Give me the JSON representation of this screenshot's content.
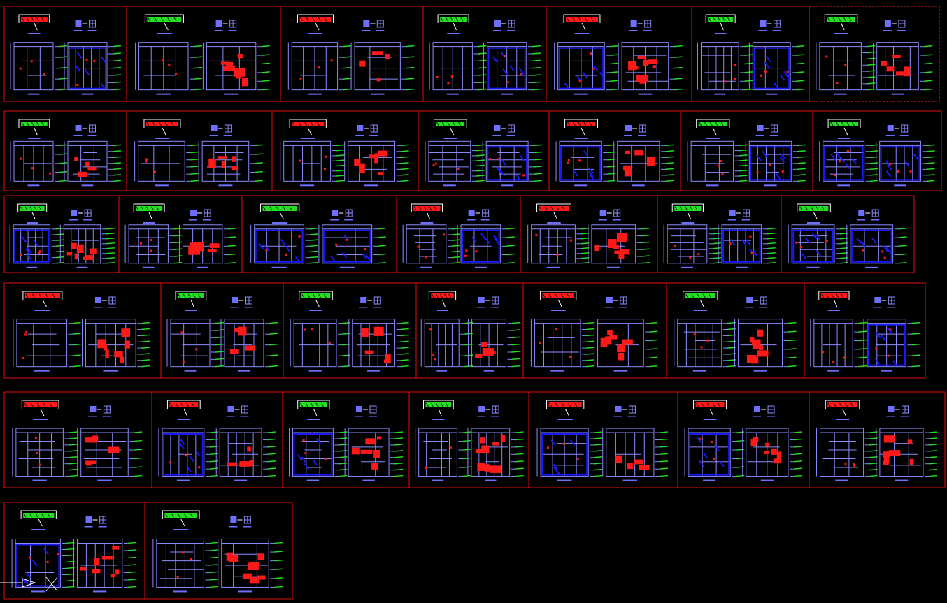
{
  "app": {
    "background": "#000000",
    "frame_color": "#e01010",
    "selection_color": "#ff2020"
  },
  "colors": {
    "line": "#8b8bff",
    "dim": "#20e020",
    "fill_red": "#ff1a1a",
    "fill_blue": "#1a1aff",
    "white": "#ffffff",
    "text_bar": "#6f6fff"
  },
  "rows": [
    {
      "panels": 7,
      "selected_index": 6
    },
    {
      "panels": 7
    },
    {
      "panels": 7
    },
    {
      "panels": 7
    },
    {
      "panels": 7
    },
    {
      "panels": 2
    }
  ],
  "icons": {
    "ucs": "ucs-axis-icon"
  }
}
